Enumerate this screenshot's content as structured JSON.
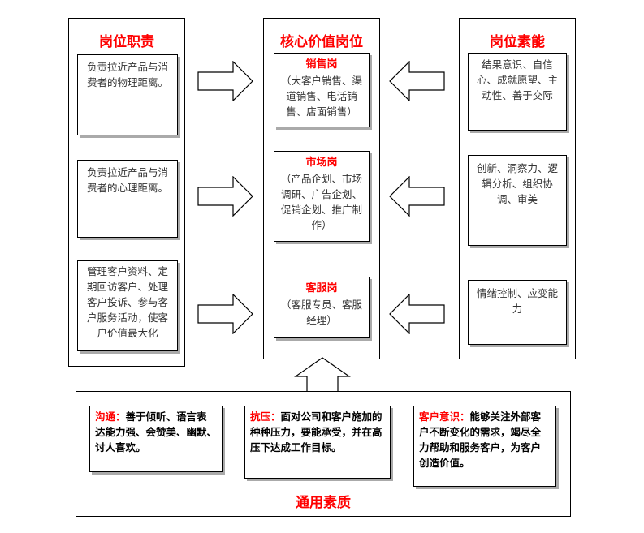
{
  "left": {
    "title": "岗位职责",
    "items": [
      "负责拉近产品与消费者的物理距离。",
      "负责拉近产品与消费者的心理距离。",
      "管理客户资料、定期回访客户、处理客户投诉、参与客户服务活动，使客户价值最大化"
    ]
  },
  "center": {
    "title": "核心价值岗位",
    "roles": [
      {
        "name": "销售岗",
        "desc": "（大客户销售、渠道销售、电话销售、店面销售）"
      },
      {
        "name": "市场岗",
        "desc": "（产品企划、市场调研、广告企划、促销企划、推广制作）"
      },
      {
        "name": "客服岗",
        "desc": "（客服专员、客服经理）"
      }
    ]
  },
  "right": {
    "title": "岗位素能",
    "items": [
      "结果意识、自信心、成就愿望、主动性、善于交际",
      "创新、洞察力、逻辑分析、组织协调、审美",
      "情绪控制、应变能力"
    ]
  },
  "bottom": {
    "title": "通用素质",
    "items": [
      {
        "head": "沟通：",
        "text": "善于倾听、语言表达能力强、会赞美、幽默、讨人喜欢。"
      },
      {
        "head": "抗压：",
        "text": "面对公司和客户施加的种种压力，要能承受，并在高压下达成工作目标。"
      },
      {
        "head": "客户意识：",
        "text": "能够关注外部客户不断变化的需求，竭尽全力帮助和服务客户，为客户创造价值。"
      }
    ]
  }
}
